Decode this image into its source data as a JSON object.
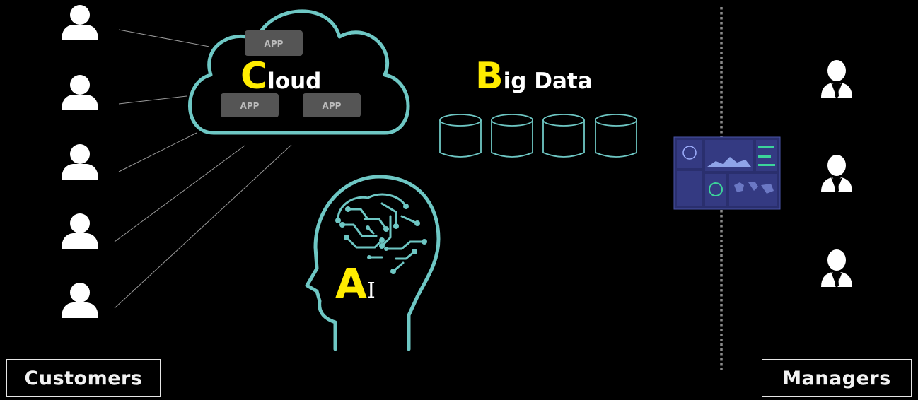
{
  "labels": {
    "customers": "Customers",
    "managers": "Managers"
  },
  "cloud": {
    "initial": "C",
    "rest": "loud",
    "apps": [
      "APP",
      "APP",
      "APP"
    ]
  },
  "big_data": {
    "initial": "B",
    "rest": "ig Data",
    "database_count": 4
  },
  "ai": {
    "initial": "A",
    "rest": "I"
  },
  "icons": {
    "customer": "person-icon",
    "manager": "businessman-icon",
    "dashboard": "dashboard-screen-icon",
    "brain": "brain-circuit-head-icon",
    "database": "database-cylinder-icon"
  },
  "colors": {
    "background": "#000000",
    "accent_teal": "#6ec7c4",
    "highlight_yellow": "#ffec00",
    "app_box": "#555555",
    "dashboard_bg": "#2a2f6e"
  }
}
